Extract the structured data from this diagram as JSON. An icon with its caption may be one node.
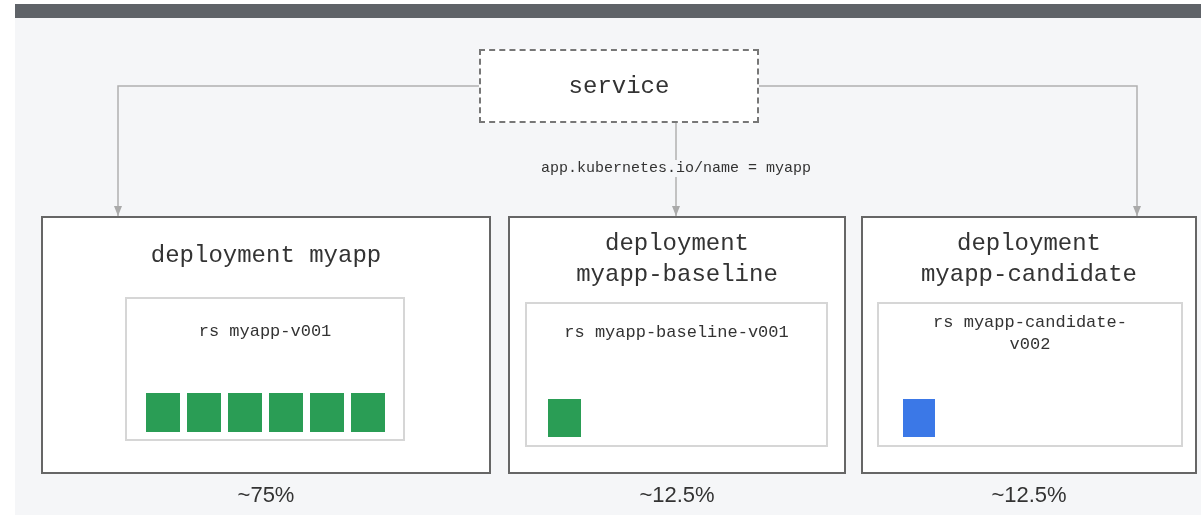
{
  "diagram": {
    "nodes": [
      {
        "text": [
          "service"
        ]
      },
      {
        "text": [
          "deployment myapp"
        ],
        "beside": [
          "~75%"
        ]
      },
      {
        "text": [
          "rs myapp-v001"
        ],
        "in": 1
      },
      {
        "text": [
          "deployment myapp-baseline"
        ],
        "beside": [
          "~12.5%"
        ]
      },
      {
        "text": [
          "rs myapp-baseline-v001"
        ],
        "in": 3
      },
      {
        "text": [
          "deployment myapp-candidate"
        ],
        "beside": [
          "~12.5%"
        ]
      },
      {
        "text": [
          "rs myapp-candidate-v002"
        ],
        "in": 5
      },
      {
        "text": [],
        "shape": "box",
        "in": 2
      },
      {
        "text": [],
        "shape": "box",
        "in": 2
      },
      {
        "text": [],
        "shape": "box",
        "in": 2
      },
      {
        "text": [],
        "shape": "box",
        "in": 2
      },
      {
        "text": [],
        "shape": "box",
        "in": 2
      },
      {
        "text": [],
        "shape": "box",
        "in": 2
      },
      {
        "text": [],
        "shape": "box",
        "in": 4
      },
      {
        "text": [],
        "shape": "box",
        "in": 6
      }
    ],
    "edges": [
      {
        "from": 0,
        "to": 1,
        "arrow": "to"
      },
      {
        "from": 0,
        "to": 3,
        "arrow": "to",
        "label": "app.kubernetes.io/name = myapp"
      },
      {
        "from": 0,
        "to": 5,
        "arrow": "to"
      }
    ]
  }
}
